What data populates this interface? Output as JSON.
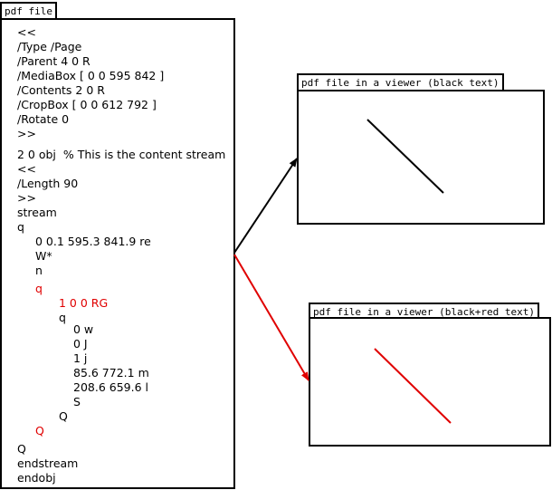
{
  "source": {
    "tab_label": "pdf file",
    "lines": [
      {
        "text": "<<",
        "indent": 0,
        "color": "black"
      },
      {
        "text": "/Type /Page",
        "indent": 0,
        "color": "black"
      },
      {
        "text": "/Parent 4 0 R",
        "indent": 0,
        "color": "black"
      },
      {
        "text": "/MediaBox [ 0 0 595 842 ]",
        "indent": 0,
        "color": "black"
      },
      {
        "text": "/Contents 2 0 R",
        "indent": 0,
        "color": "black"
      },
      {
        "text": "/CropBox [ 0 0 612 792 ]",
        "indent": 0,
        "color": "black"
      },
      {
        "text": "/Rotate 0",
        "indent": 0,
        "color": "black"
      },
      {
        "text": ">>",
        "indent": 0,
        "color": "black"
      },
      {
        "text": "2 0 obj  % This is the content stream",
        "indent": 0,
        "color": "black"
      },
      {
        "text": "<<",
        "indent": 0,
        "color": "black"
      },
      {
        "text": "/Length 90",
        "indent": 0,
        "color": "black"
      },
      {
        "text": ">>",
        "indent": 0,
        "color": "black"
      },
      {
        "text": "stream",
        "indent": 0,
        "color": "black"
      },
      {
        "text": "q",
        "indent": 0,
        "color": "black"
      },
      {
        "text": "0 0.1 595.3 841.9 re",
        "indent": 1,
        "color": "black"
      },
      {
        "text": "W*",
        "indent": 1,
        "color": "black"
      },
      {
        "text": "n",
        "indent": 1,
        "color": "black"
      },
      {
        "text": "q",
        "indent": 1,
        "color": "red"
      },
      {
        "text": "1 0 0 RG",
        "indent": 2,
        "color": "red"
      },
      {
        "text": "q",
        "indent": 2,
        "color": "black"
      },
      {
        "text": "0 w",
        "indent": 3,
        "color": "black"
      },
      {
        "text": "0 J",
        "indent": 3,
        "color": "black"
      },
      {
        "text": "1 j",
        "indent": 3,
        "color": "black"
      },
      {
        "text": "85.6 772.1 m",
        "indent": 3,
        "color": "black"
      },
      {
        "text": "208.6 659.6 l",
        "indent": 3,
        "color": "black"
      },
      {
        "text": "S",
        "indent": 3,
        "color": "black"
      },
      {
        "text": "Q",
        "indent": 2,
        "color": "black"
      },
      {
        "text": "Q",
        "indent": 1,
        "color": "red"
      },
      {
        "text": "Q",
        "indent": 0,
        "color": "black"
      },
      {
        "text": "endstream",
        "indent": 0,
        "color": "black"
      },
      {
        "text": "endobj",
        "indent": 0,
        "color": "black"
      }
    ]
  },
  "viewer_black": {
    "tab_label": "pdf file in a viewer (black text)",
    "line_color": "#000000"
  },
  "viewer_red": {
    "tab_label": "pdf file in a viewer (black+red text)",
    "line_color": "#e00000"
  },
  "colors": {
    "black": "#000000",
    "red": "#e00000"
  }
}
